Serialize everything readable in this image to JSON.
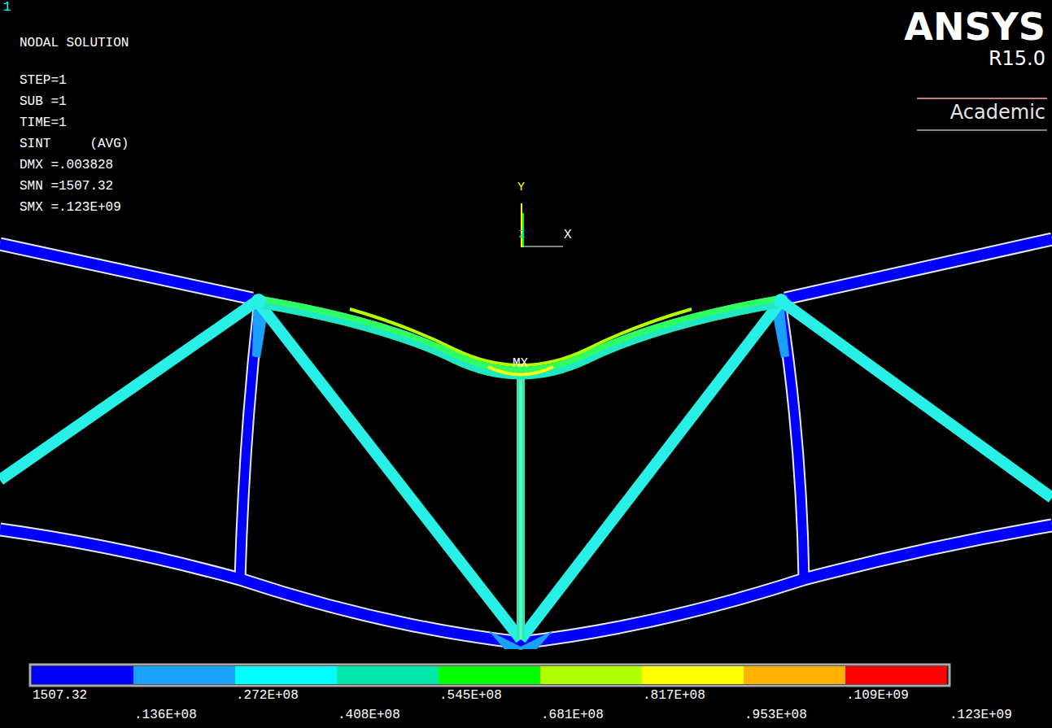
{
  "diagram": {
    "labels": [
      "1",
      "NODAL SOLUTION",
      "STEP=1",
      "SUB =1",
      "TIME=1",
      "SINT     (AVG)",
      "DMX =.003828",
      "SMN =1507.32",
      "SMX =.123E+09",
      "ANSYS",
      "R15.0",
      "Academic",
      "Y",
      "Z",
      "X",
      "MX",
      ".123E+09"
    ],
    "legend": [
      {
        "text": "1507.32",
        "color": "#0000ff"
      },
      {
        "text": ".136E+08",
        "color": "#1aa0ff"
      },
      {
        "text": ".272E+08",
        "color": "#00ffff"
      },
      {
        "text": ".408E+08",
        "color": "#00e8a8"
      },
      {
        "text": ".545E+08",
        "color": "#00ff00"
      },
      {
        "text": ".681E+08",
        "color": "#b2ff00"
      },
      {
        "text": ".817E+08",
        "color": "#ffff00"
      },
      {
        "text": ".953E+08",
        "color": "#ffb200"
      },
      {
        "text": ".109E+09",
        "color": "#ff0000"
      }
    ]
  }
}
